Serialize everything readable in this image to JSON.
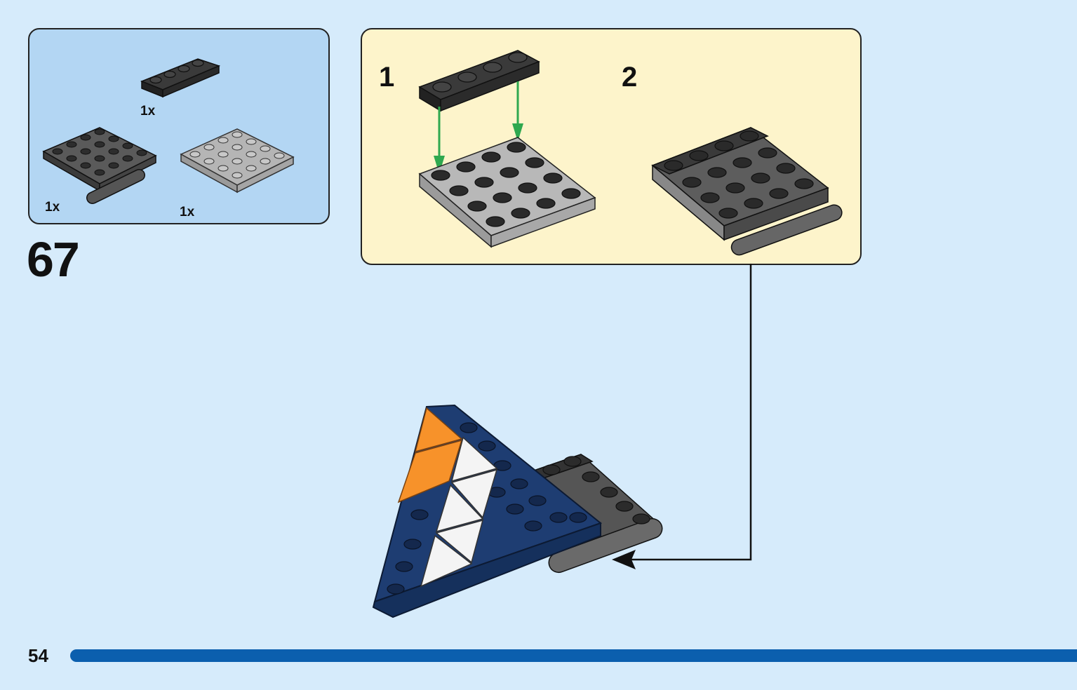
{
  "step": {
    "number": "67"
  },
  "parts": [
    {
      "name": "black-plate-1x4",
      "qty": "1x"
    },
    {
      "name": "dark-gray-hinge-plate-4x4",
      "qty": "1x"
    },
    {
      "name": "light-gray-plate-4x4",
      "qty": "1x"
    }
  ],
  "substeps": [
    {
      "number": "1"
    },
    {
      "number": "2"
    }
  ],
  "page": {
    "number": "54",
    "progress": 1.0
  },
  "colors": {
    "background": "#d6ebfb",
    "parts_box": "#b3d6f3",
    "substep_box": "#fdf4cb",
    "arrow_green": "#2fa84f",
    "progress_blue": "#0b5fae",
    "navy": "#1e3d72",
    "orange": "#f7922a"
  },
  "icons": [
    "arrow-down-icon",
    "callout-arrow-icon"
  ]
}
